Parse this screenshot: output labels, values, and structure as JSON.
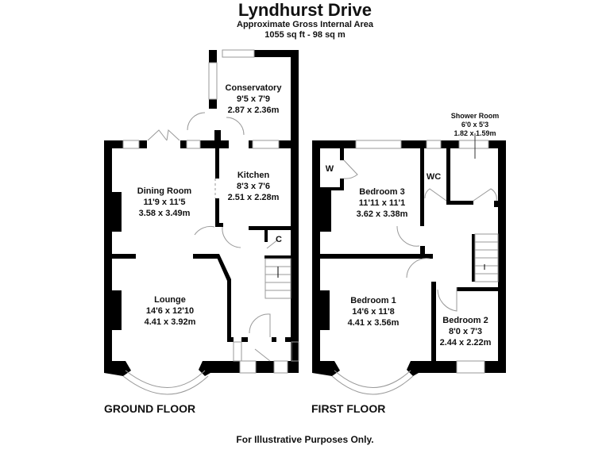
{
  "header": {
    "title": "Lyndhurst Drive",
    "subtitle": "Approximate Gross Internal Area",
    "area": "1055 sq ft - 98 sq m"
  },
  "ground_floor": {
    "label": "GROUND FLOOR",
    "rooms": [
      {
        "name": "Conservatory",
        "imperial": "9'5 x 7'9",
        "metric": "2.87 x 2.36m"
      },
      {
        "name": "Dining Room",
        "imperial": "11'9 x 11'5",
        "metric": "3.58 x 3.49m"
      },
      {
        "name": "Kitchen",
        "imperial": "8'3 x 7'6",
        "metric": "2.51 x 2.28m"
      },
      {
        "name": "Lounge",
        "imperial": "14'6 x 12'10",
        "metric": "4.41 x 3.92m"
      }
    ],
    "cupboard": "C"
  },
  "first_floor": {
    "label": "FIRST FLOOR",
    "rooms": [
      {
        "name": "Shower Room",
        "imperial": "6'0 x 5'3",
        "metric": "1.82 x 1.59m"
      },
      {
        "name": "Bedroom 3",
        "imperial": "11'11 x 11'1",
        "metric": "3.62 x 3.38m"
      },
      {
        "name": "Bedroom 1",
        "imperial": "14'6 x 11'8",
        "metric": "4.41 x 3.56m"
      },
      {
        "name": "Bedroom 2",
        "imperial": "8'0 x 7'3",
        "metric": "2.44 x 2.22m"
      }
    ],
    "wardrobe": "W",
    "wc": "WC"
  },
  "footer": {
    "disclaimer": "For Illustrative Purposes Only."
  }
}
